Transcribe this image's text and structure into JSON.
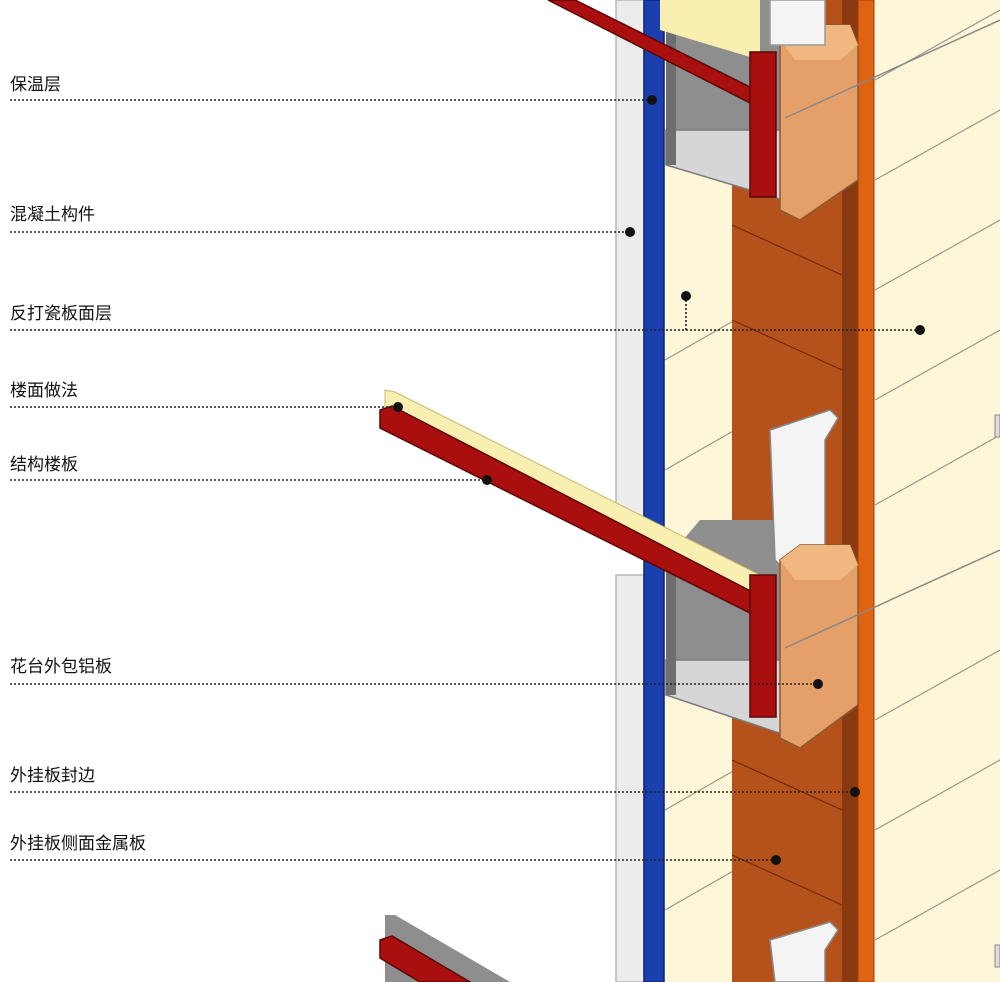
{
  "labels": [
    {
      "id": "insulation",
      "text": "保温层"
    },
    {
      "id": "concrete",
      "text": "混凝土构件"
    },
    {
      "id": "reverse_tile",
      "text": "反打瓷板面层"
    },
    {
      "id": "floor_finish",
      "text": "楼面做法"
    },
    {
      "id": "structural_slab",
      "text": "结构楼板"
    },
    {
      "id": "planter_cladding",
      "text": "花台外包铝板"
    },
    {
      "id": "panel_edge",
      "text": "外挂板封边"
    },
    {
      "id": "panel_side_metal",
      "text": "外挂板侧面金属板"
    }
  ],
  "colors": {
    "insulation_blue": "#1a3fae",
    "concrete_light": "#ececec",
    "concrete_gray": "#9a9a9a",
    "slab_red": "#a90f0f",
    "floor_cream": "#f8efb0",
    "metal_brown": "#b5521c",
    "metal_brown_dark": "#8a3a12",
    "edge_orange": "#e06312",
    "tile_cream": "#fdf6d8",
    "planter_tan": "#e5a06a",
    "cap_white": "#f4f4f4",
    "leader": "#222222"
  }
}
